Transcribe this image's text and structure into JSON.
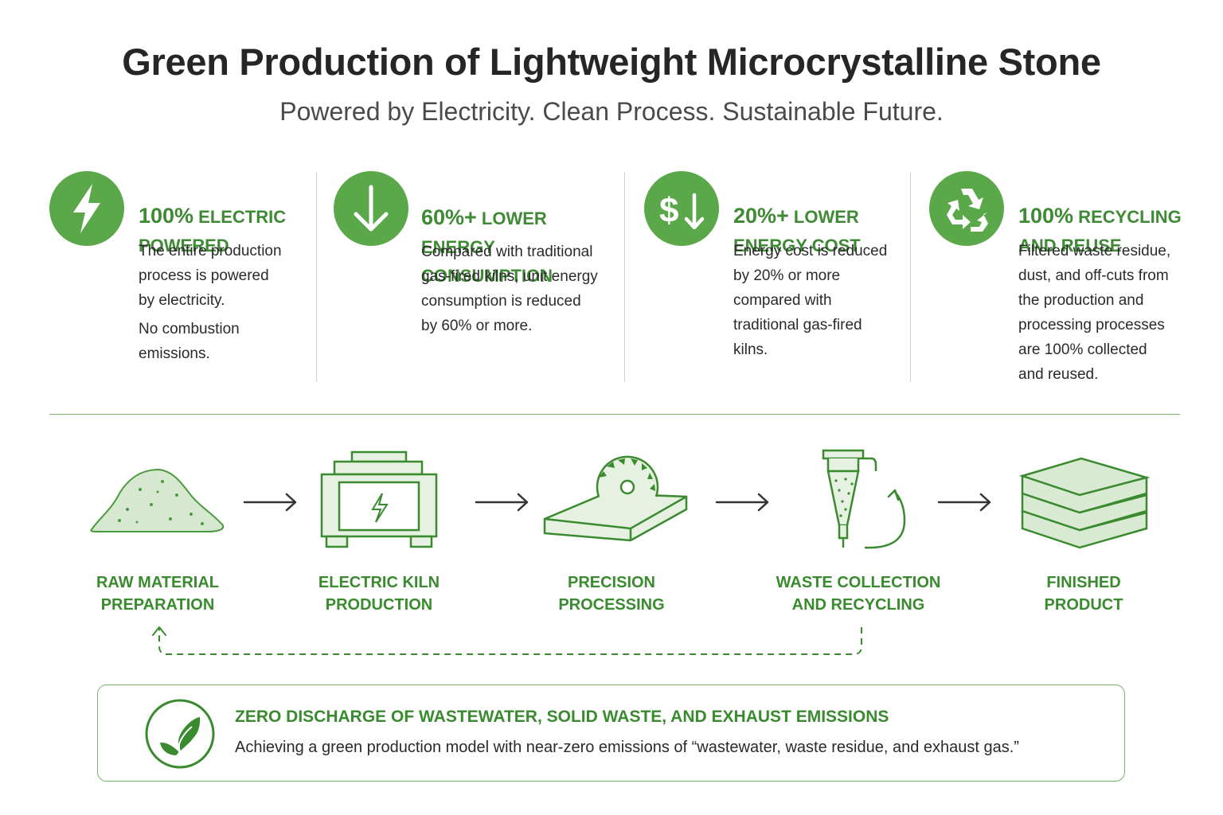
{
  "title": "Green Production of Lightweight Microcrystalline Stone",
  "subtitle": "Powered by Electricity. Clean Process. Sustainable Future.",
  "accent_color": "#5ba84a",
  "stats": [
    {
      "icon": "lightning-bolt-icon",
      "heading_big": "100%",
      "heading_rest": " ELECTRIC\nPOWERED",
      "body": "The entire production\nprocess is powered\nby electricity.",
      "body2": "No combustion\nemissions."
    },
    {
      "icon": "arrow-down-icon",
      "heading_big": "60%+",
      "heading_rest": " LOWER\nENERGY CONSUMPTION",
      "body": "Compared with traditional\ngas-fired kilns, unit energy\nconsumption is reduced\nby 60% or more."
    },
    {
      "icon": "dollar-down-icon",
      "heading_big": "20%+",
      "heading_rest": " LOWER\nENERGY COST",
      "body": "Energy cost is reduced\nby 20% or more\ncompared with\ntraditional gas-fired\nkilns."
    },
    {
      "icon": "recycle-icon",
      "heading_big": "100%",
      "heading_rest": " RECYCLING\nAND REUSE",
      "body": "Filtered waste residue,\ndust, and off-cuts from\nthe production and\nprocessing processes\nare 100% collected\nand reused."
    }
  ],
  "steps": [
    {
      "icon": "raw-material-pile-icon",
      "label": "RAW MATERIAL\nPREPARATION"
    },
    {
      "icon": "electric-kiln-icon",
      "label": "ELECTRIC KILN\nPRODUCTION"
    },
    {
      "icon": "saw-blade-icon",
      "label": "PRECISION\nPROCESSING"
    },
    {
      "icon": "cyclone-collector-icon",
      "label": "WASTE COLLECTION\nAND RECYCLING"
    },
    {
      "icon": "stacked-slabs-icon",
      "label": "FINISHED\nPRODUCT"
    }
  ],
  "zero": {
    "icon": "leaf-icon",
    "title": "ZERO DISCHARGE OF WASTEWATER, SOLID WASTE, AND EXHAUST EMISSIONS",
    "text": "Achieving a green production model with near-zero emissions of “wastewater, waste residue, and exhaust gas.”"
  }
}
